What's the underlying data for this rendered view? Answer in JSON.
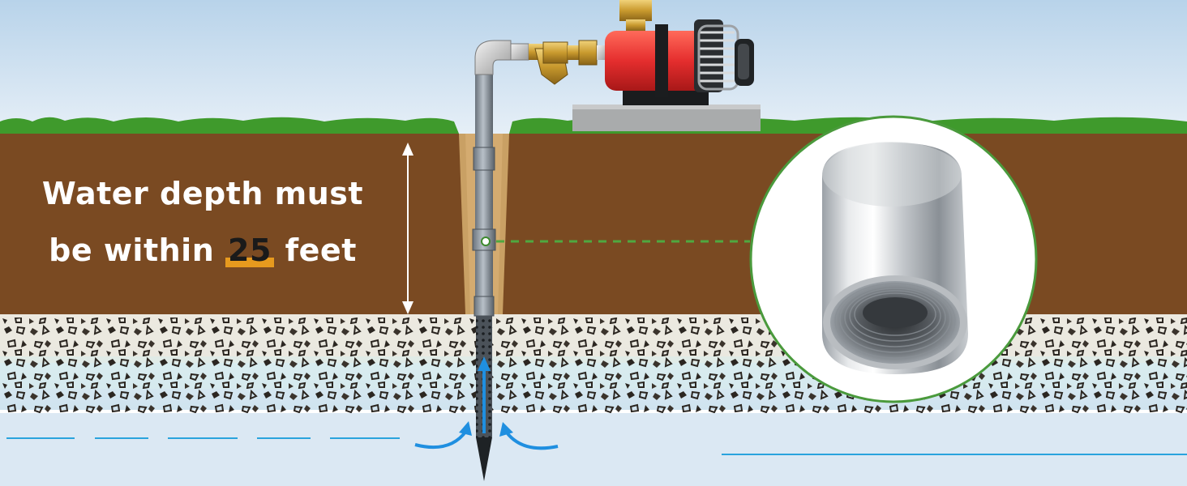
{
  "caption": {
    "line1": "Water depth must",
    "line2_prefix": "be within",
    "depth_value": "25",
    "line2_suffix": "feet"
  },
  "colors": {
    "sky": "#cfe2f1",
    "grass": "#3f9a2c",
    "soil": "#7a4a22",
    "gravel": "#e9e6dc",
    "water_line": "#2aa3dd",
    "highlight": "#e79a1e",
    "pump_body": "#e52e2e",
    "callout_ring": "#4a9a3c"
  },
  "icons": [
    "depth-arrow-icon",
    "water-flow-arrow-icon",
    "well-point-icon",
    "jet-pump-icon",
    "pipe-coupling-icon"
  ]
}
